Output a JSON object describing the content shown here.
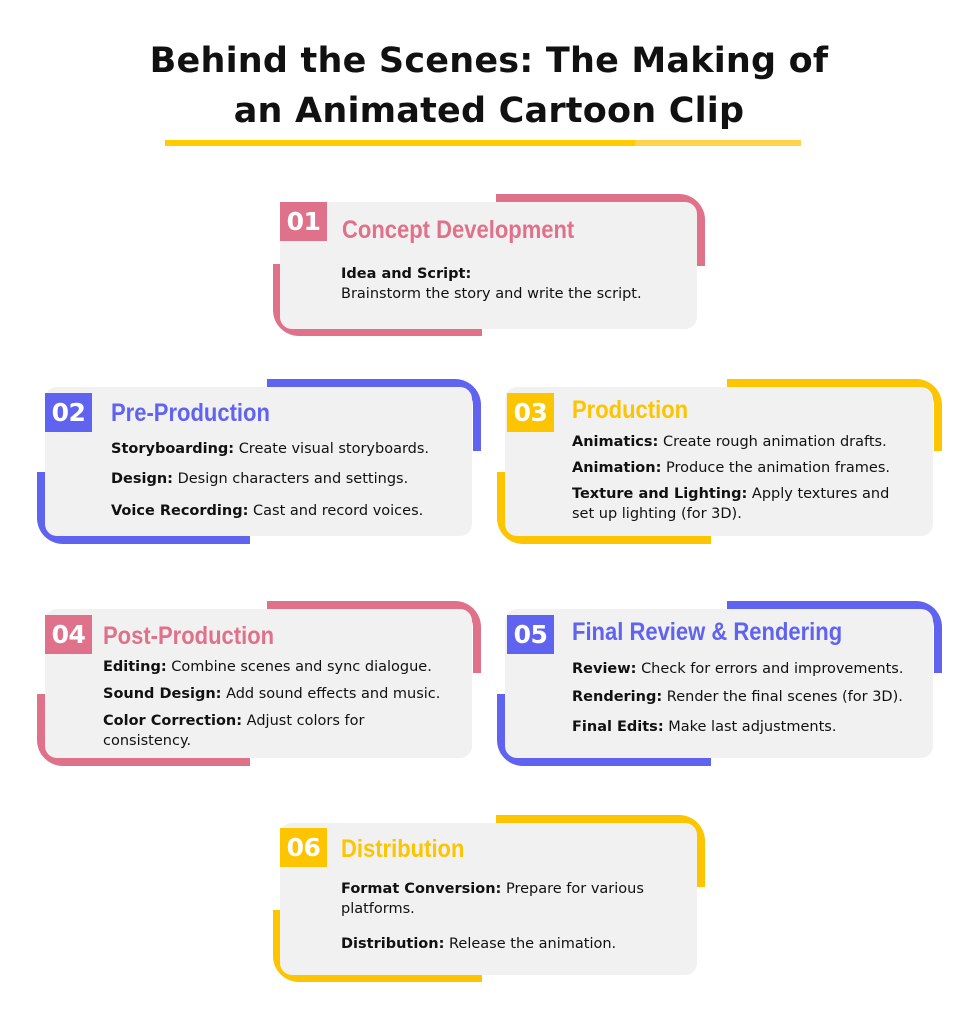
{
  "title": {
    "line1": "Behind the Scenes: The Making of",
    "line2": "an Animated Cartoon Clip"
  },
  "colors": {
    "pink": "#e0718a",
    "blue": "#5f63f0",
    "yellow": "#fdc400",
    "card": "#f1f1f1"
  },
  "steps": [
    {
      "number": "01",
      "heading": "Concept Development",
      "color": "pink",
      "items": [
        {
          "label": "Idea and Script:",
          "text": "Brainstorm the story and write the script."
        }
      ]
    },
    {
      "number": "02",
      "heading": "Pre-Production",
      "color": "blue",
      "items": [
        {
          "label": "Storyboarding:",
          "text": "Create visual storyboards."
        },
        {
          "label": "Design:",
          "text": "Design characters and settings."
        },
        {
          "label": "Voice Recording:",
          "text": "Cast and record voices."
        }
      ]
    },
    {
      "number": "03",
      "heading": "Production",
      "color": "yellow",
      "items": [
        {
          "label": "Animatics:",
          "text": "Create rough animation drafts."
        },
        {
          "label": "Animation:",
          "text": "Produce the animation frames."
        },
        {
          "label": "Texture and Lighting:",
          "text": "Apply textures and set up lighting (for 3D)."
        }
      ]
    },
    {
      "number": "04",
      "heading": "Post-Production",
      "color": "pink",
      "items": [
        {
          "label": "Editing:",
          "text": "Combine scenes and sync dialogue."
        },
        {
          "label": "Sound Design:",
          "text": "Add sound effects and music."
        },
        {
          "label": "Color Correction:",
          "text": "Adjust colors for consistency."
        }
      ]
    },
    {
      "number": "05",
      "heading": "Final Review & Rendering",
      "color": "blue",
      "items": [
        {
          "label": "Review:",
          "text": "Check for errors and improvements."
        },
        {
          "label": "Rendering:",
          "text": "Render the final scenes (for 3D)."
        },
        {
          "label": "Final Edits:",
          "text": "Make last adjustments."
        }
      ]
    },
    {
      "number": "06",
      "heading": "Distribution",
      "color": "yellow",
      "items": [
        {
          "label": "Format Conversion:",
          "text": "Prepare for various platforms."
        },
        {
          "label": "Distribution:",
          "text": "Release the animation."
        }
      ]
    }
  ]
}
